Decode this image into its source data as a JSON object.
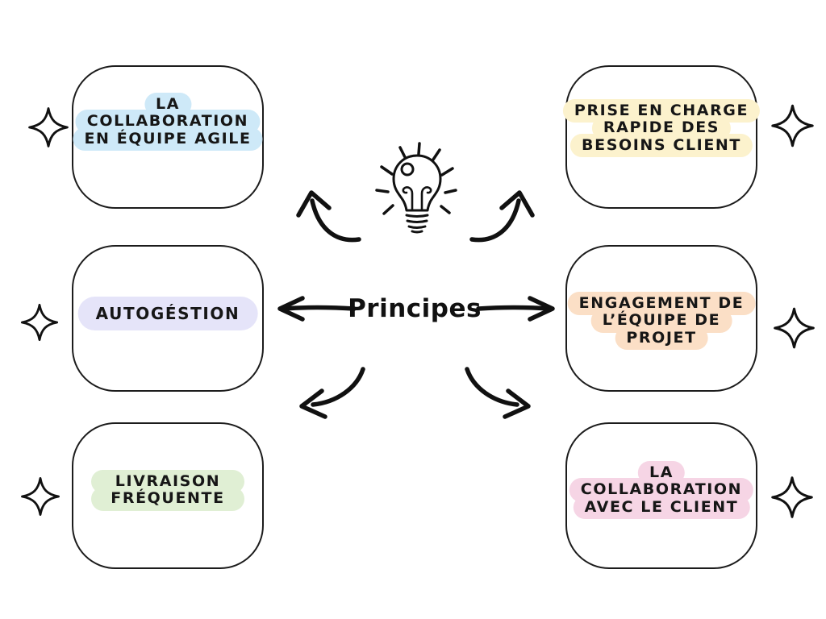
{
  "title": "Principes",
  "center_icon": "lightbulb-icon",
  "decor_icon": "sparkle-icon",
  "colors": {
    "ink": "#161616",
    "background": "#ffffff",
    "highlight_blue": "#cee9f8",
    "highlight_lavender": "#e5e4f9",
    "highlight_green": "#e0efd4",
    "highlight_yellow": "#fcf2cd",
    "highlight_peach": "#fbdfc6",
    "highlight_pink": "#f6d5e5"
  },
  "nodes": {
    "top_left": {
      "highlight": "#cee9f8",
      "lines": [
        "LA",
        "COLLABORATION",
        "EN ÉQUIPE AGILE"
      ]
    },
    "mid_left": {
      "highlight": "#e5e4f9",
      "lines": [
        "AUTOGÉSTION"
      ]
    },
    "bottom_left": {
      "highlight": "#e0efd4",
      "lines": [
        "LIVRAISON",
        "FRÉQUENTE"
      ]
    },
    "top_right": {
      "highlight": "#fcf2cd",
      "lines": [
        "PRISE EN CHARGE",
        "RAPIDE DES",
        "BESOINS CLIENT"
      ]
    },
    "mid_right": {
      "highlight": "#fbdfc6",
      "lines": [
        "ENGAGEMENT DE",
        "L’ÉQUIPE DE",
        "PROJET"
      ]
    },
    "bottom_right": {
      "highlight": "#f6d5e5",
      "lines": [
        "LA",
        "COLLABORATION",
        "AVEC LE CLIENT"
      ]
    }
  }
}
